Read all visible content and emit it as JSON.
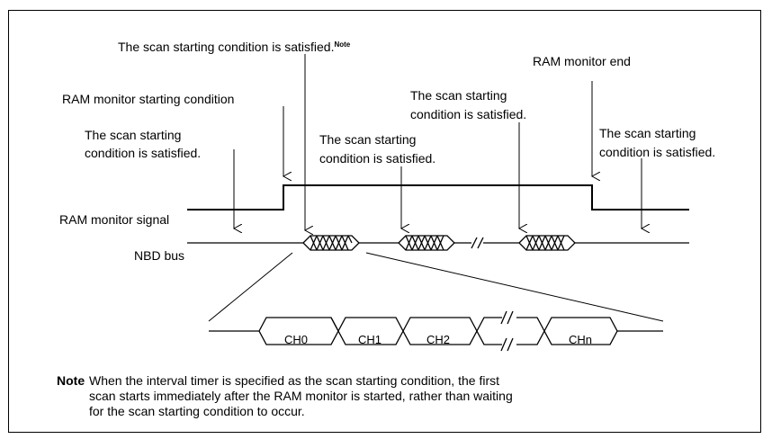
{
  "labels": {
    "scan_note": "The scan starting condition is satisfied.",
    "note_mark": "Note",
    "ram_end": "RAM monitor end",
    "ram_start": "RAM monitor starting condition",
    "scan_left_1": "The scan starting",
    "scan_left_2": "condition is satisfied.",
    "scan_mid_1": "The scan starting",
    "scan_mid_2": "condition is satisfied.",
    "scan_upper_1": "The scan starting",
    "scan_upper_2": "condition is satisfied.",
    "scan_right_1": "The scan starting",
    "scan_right_2": "condition is satisfied.",
    "ram_signal": "RAM monitor signal",
    "nbd_bus": "NBD bus"
  },
  "channels": [
    "CH0",
    "CH1",
    "CH2",
    "CHn"
  ],
  "note": {
    "title": "Note",
    "text_1": "When the interval timer is specified as the scan starting condition, the first",
    "text_2": "scan starts immediately after the RAM monitor is started, rather than waiting",
    "text_3": "for the scan starting condition to occur."
  }
}
